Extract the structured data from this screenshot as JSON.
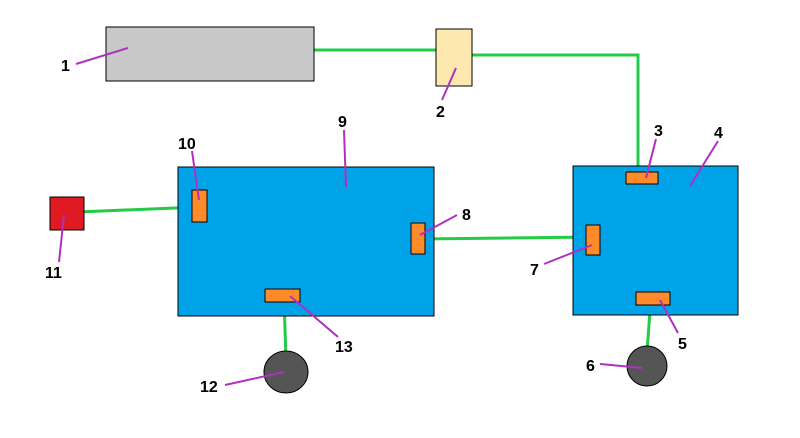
{
  "colors": {
    "wire": "#22cc44",
    "leader": "#b030c0",
    "gray_block": "#c8c8c8",
    "yellow_block": "#fde9b0",
    "blue_block": "#00a2e8",
    "port": "#ff8a2a",
    "red_block": "#e01a22",
    "dark_disc": "#555555",
    "outline": "#000000"
  },
  "labels": {
    "n1": "1",
    "n2": "2",
    "n3": "3",
    "n4": "4",
    "n5": "5",
    "n6": "6",
    "n7": "7",
    "n8": "8",
    "n9": "9",
    "n10": "10",
    "n11": "11",
    "n12": "12",
    "n13": "13"
  }
}
